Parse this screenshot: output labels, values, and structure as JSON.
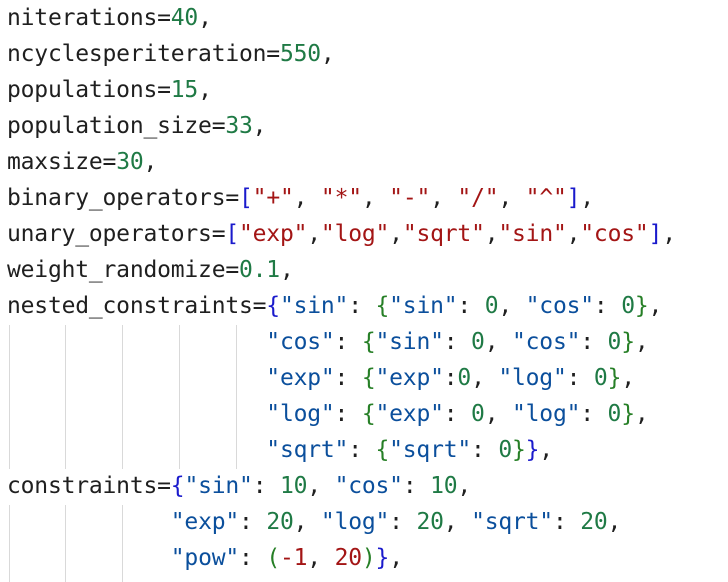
{
  "lines": [
    {
      "segments": [
        {
          "t": "niterations=",
          "k": "id"
        },
        {
          "t": "40",
          "k": "num"
        },
        {
          "t": ",",
          "k": "pun"
        }
      ]
    },
    {
      "segments": [
        {
          "t": "ncyclesperiteration=",
          "k": "id"
        },
        {
          "t": "550",
          "k": "num"
        },
        {
          "t": ",",
          "k": "pun"
        }
      ]
    },
    {
      "segments": [
        {
          "t": "populations=",
          "k": "id"
        },
        {
          "t": "15",
          "k": "num"
        },
        {
          "t": ",",
          "k": "pun"
        }
      ]
    },
    {
      "segments": [
        {
          "t": "population_size=",
          "k": "id"
        },
        {
          "t": "33",
          "k": "num"
        },
        {
          "t": ",",
          "k": "pun"
        }
      ]
    },
    {
      "segments": [
        {
          "t": "maxsize=",
          "k": "id"
        },
        {
          "t": "30",
          "k": "num"
        },
        {
          "t": ",",
          "k": "pun"
        }
      ]
    },
    {
      "segments": [
        {
          "t": "binary_operators=",
          "k": "id"
        },
        {
          "t": "[",
          "k": "br"
        },
        {
          "t": "\"+\"",
          "k": "str"
        },
        {
          "t": ", ",
          "k": "pun"
        },
        {
          "t": "\"*\"",
          "k": "str"
        },
        {
          "t": ", ",
          "k": "pun"
        },
        {
          "t": "\"-\"",
          "k": "str"
        },
        {
          "t": ", ",
          "k": "pun"
        },
        {
          "t": "\"/\"",
          "k": "str"
        },
        {
          "t": ", ",
          "k": "pun"
        },
        {
          "t": "\"^\"",
          "k": "str"
        },
        {
          "t": "]",
          "k": "br"
        },
        {
          "t": ",",
          "k": "pun"
        }
      ]
    },
    {
      "segments": [
        {
          "t": "unary_operators=",
          "k": "id"
        },
        {
          "t": "[",
          "k": "br"
        },
        {
          "t": "\"exp\"",
          "k": "str"
        },
        {
          "t": ",",
          "k": "pun"
        },
        {
          "t": "\"log\"",
          "k": "str"
        },
        {
          "t": ",",
          "k": "pun"
        },
        {
          "t": "\"sqrt\"",
          "k": "str"
        },
        {
          "t": ",",
          "k": "pun"
        },
        {
          "t": "\"sin\"",
          "k": "str"
        },
        {
          "t": ",",
          "k": "pun"
        },
        {
          "t": "\"cos\"",
          "k": "str"
        },
        {
          "t": "]",
          "k": "br"
        },
        {
          "t": ",",
          "k": "pun"
        }
      ]
    },
    {
      "segments": [
        {
          "t": "weight_randomize=",
          "k": "id"
        },
        {
          "t": "0.1",
          "k": "num"
        },
        {
          "t": ",",
          "k": "pun"
        }
      ]
    },
    {
      "segments": [
        {
          "t": "nested_constraints=",
          "k": "id"
        },
        {
          "t": "{",
          "k": "br"
        },
        {
          "t": "\"sin\"",
          "k": "key"
        },
        {
          "t": ": ",
          "k": "pun"
        },
        {
          "t": "{",
          "k": "br2"
        },
        {
          "t": "\"sin\"",
          "k": "key"
        },
        {
          "t": ": ",
          "k": "pun"
        },
        {
          "t": "0",
          "k": "num"
        },
        {
          "t": ", ",
          "k": "pun"
        },
        {
          "t": "\"cos\"",
          "k": "key"
        },
        {
          "t": ": ",
          "k": "pun"
        },
        {
          "t": "0",
          "k": "num"
        },
        {
          "t": "}",
          "k": "br2"
        },
        {
          "t": ",",
          "k": "pun"
        }
      ]
    },
    {
      "segments": [
        {
          "t": "                   ",
          "k": "pun"
        },
        {
          "t": "\"cos\"",
          "k": "key"
        },
        {
          "t": ": ",
          "k": "pun"
        },
        {
          "t": "{",
          "k": "br2"
        },
        {
          "t": "\"sin\"",
          "k": "key"
        },
        {
          "t": ": ",
          "k": "pun"
        },
        {
          "t": "0",
          "k": "num"
        },
        {
          "t": ", ",
          "k": "pun"
        },
        {
          "t": "\"cos\"",
          "k": "key"
        },
        {
          "t": ": ",
          "k": "pun"
        },
        {
          "t": "0",
          "k": "num"
        },
        {
          "t": "}",
          "k": "br2"
        },
        {
          "t": ",",
          "k": "pun"
        }
      ]
    },
    {
      "segments": [
        {
          "t": "                   ",
          "k": "pun"
        },
        {
          "t": "\"exp\"",
          "k": "key"
        },
        {
          "t": ": ",
          "k": "pun"
        },
        {
          "t": "{",
          "k": "br2"
        },
        {
          "t": "\"exp\"",
          "k": "key"
        },
        {
          "t": ":",
          "k": "pun"
        },
        {
          "t": "0",
          "k": "num"
        },
        {
          "t": ", ",
          "k": "pun"
        },
        {
          "t": "\"log\"",
          "k": "key"
        },
        {
          "t": ": ",
          "k": "pun"
        },
        {
          "t": "0",
          "k": "num"
        },
        {
          "t": "}",
          "k": "br2"
        },
        {
          "t": ",",
          "k": "pun"
        }
      ]
    },
    {
      "segments": [
        {
          "t": "                   ",
          "k": "pun"
        },
        {
          "t": "\"log\"",
          "k": "key"
        },
        {
          "t": ": ",
          "k": "pun"
        },
        {
          "t": "{",
          "k": "br2"
        },
        {
          "t": "\"exp\"",
          "k": "key"
        },
        {
          "t": ": ",
          "k": "pun"
        },
        {
          "t": "0",
          "k": "num"
        },
        {
          "t": ", ",
          "k": "pun"
        },
        {
          "t": "\"log\"",
          "k": "key"
        },
        {
          "t": ": ",
          "k": "pun"
        },
        {
          "t": "0",
          "k": "num"
        },
        {
          "t": "}",
          "k": "br2"
        },
        {
          "t": ",",
          "k": "pun"
        }
      ]
    },
    {
      "segments": [
        {
          "t": "                   ",
          "k": "pun"
        },
        {
          "t": "\"sqrt\"",
          "k": "key"
        },
        {
          "t": ": ",
          "k": "pun"
        },
        {
          "t": "{",
          "k": "br2"
        },
        {
          "t": "\"sqrt\"",
          "k": "key"
        },
        {
          "t": ": ",
          "k": "pun"
        },
        {
          "t": "0",
          "k": "num"
        },
        {
          "t": "}",
          "k": "br2"
        },
        {
          "t": "}",
          "k": "br"
        },
        {
          "t": ",",
          "k": "pun"
        }
      ]
    },
    {
      "segments": [
        {
          "t": "constraints=",
          "k": "id"
        },
        {
          "t": "{",
          "k": "br"
        },
        {
          "t": "\"sin\"",
          "k": "key"
        },
        {
          "t": ": ",
          "k": "pun"
        },
        {
          "t": "10",
          "k": "num"
        },
        {
          "t": ", ",
          "k": "pun"
        },
        {
          "t": "\"cos\"",
          "k": "key"
        },
        {
          "t": ": ",
          "k": "pun"
        },
        {
          "t": "10",
          "k": "num"
        },
        {
          "t": ",",
          "k": "pun"
        }
      ]
    },
    {
      "segments": [
        {
          "t": "            ",
          "k": "pun"
        },
        {
          "t": "\"exp\"",
          "k": "key"
        },
        {
          "t": ": ",
          "k": "pun"
        },
        {
          "t": "20",
          "k": "num"
        },
        {
          "t": ", ",
          "k": "pun"
        },
        {
          "t": "\"log\"",
          "k": "key"
        },
        {
          "t": ": ",
          "k": "pun"
        },
        {
          "t": "20",
          "k": "num"
        },
        {
          "t": ", ",
          "k": "pun"
        },
        {
          "t": "\"sqrt\"",
          "k": "key"
        },
        {
          "t": ": ",
          "k": "pun"
        },
        {
          "t": "20",
          "k": "num"
        },
        {
          "t": ",",
          "k": "pun"
        }
      ]
    },
    {
      "segments": [
        {
          "t": "            ",
          "k": "pun"
        },
        {
          "t": "\"pow\"",
          "k": "key"
        },
        {
          "t": ": ",
          "k": "pun"
        },
        {
          "t": "(",
          "k": "br2"
        },
        {
          "t": "-1",
          "k": "str"
        },
        {
          "t": ", ",
          "k": "pun"
        },
        {
          "t": "20",
          "k": "str"
        },
        {
          "t": ")",
          "k": "br2"
        },
        {
          "t": "}",
          "k": "br"
        },
        {
          "t": ",",
          "k": "pun"
        }
      ]
    }
  ],
  "colors": {
    "number": "#1f7a45",
    "string": "#a31515",
    "key": "#0b4f9c",
    "bracket": "#1a1acc",
    "bracket_nested": "#267f26",
    "text": "#1f1f1f",
    "indent_guide": "#d9d9d9",
    "background": "#ffffff"
  }
}
